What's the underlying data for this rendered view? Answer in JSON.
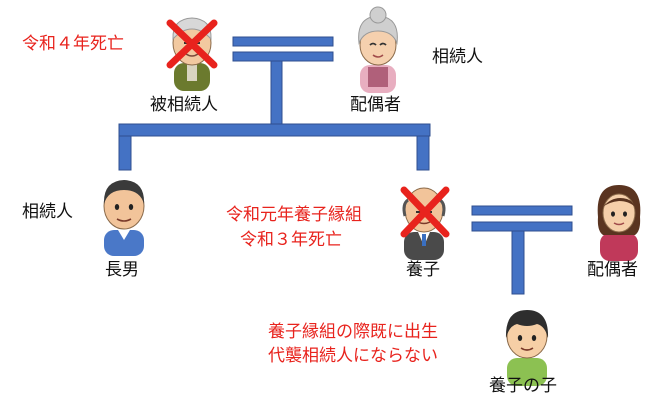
{
  "colors": {
    "connector_fill": "#4472c4",
    "connector_stroke": "#2f4f8f",
    "cross": "#e8231d",
    "note_text": "#e8231d"
  },
  "people": {
    "decedent": {
      "label": "被相続人",
      "death_note": "令和４年死亡",
      "icon": "elderly-man-icon",
      "crossed": true
    },
    "decedent_spouse": {
      "label": "配偶者",
      "role_note": "相続人",
      "icon": "elderly-woman-icon"
    },
    "eldest_son": {
      "label": "長男",
      "role_note": "相続人",
      "icon": "middle-aged-man-icon"
    },
    "adopted_child": {
      "label": "養子",
      "note_line1": "令和元年養子縁組",
      "note_line2": "令和３年死亡",
      "icon": "bald-man-icon",
      "crossed": true
    },
    "adopted_spouse": {
      "label": "配偶者",
      "icon": "woman-icon"
    },
    "adopted_grandchild": {
      "label": "養子の子",
      "note_line1": "養子縁組の際既に出生",
      "note_line2": "代襲相続人にならない",
      "icon": "boy-icon"
    }
  }
}
